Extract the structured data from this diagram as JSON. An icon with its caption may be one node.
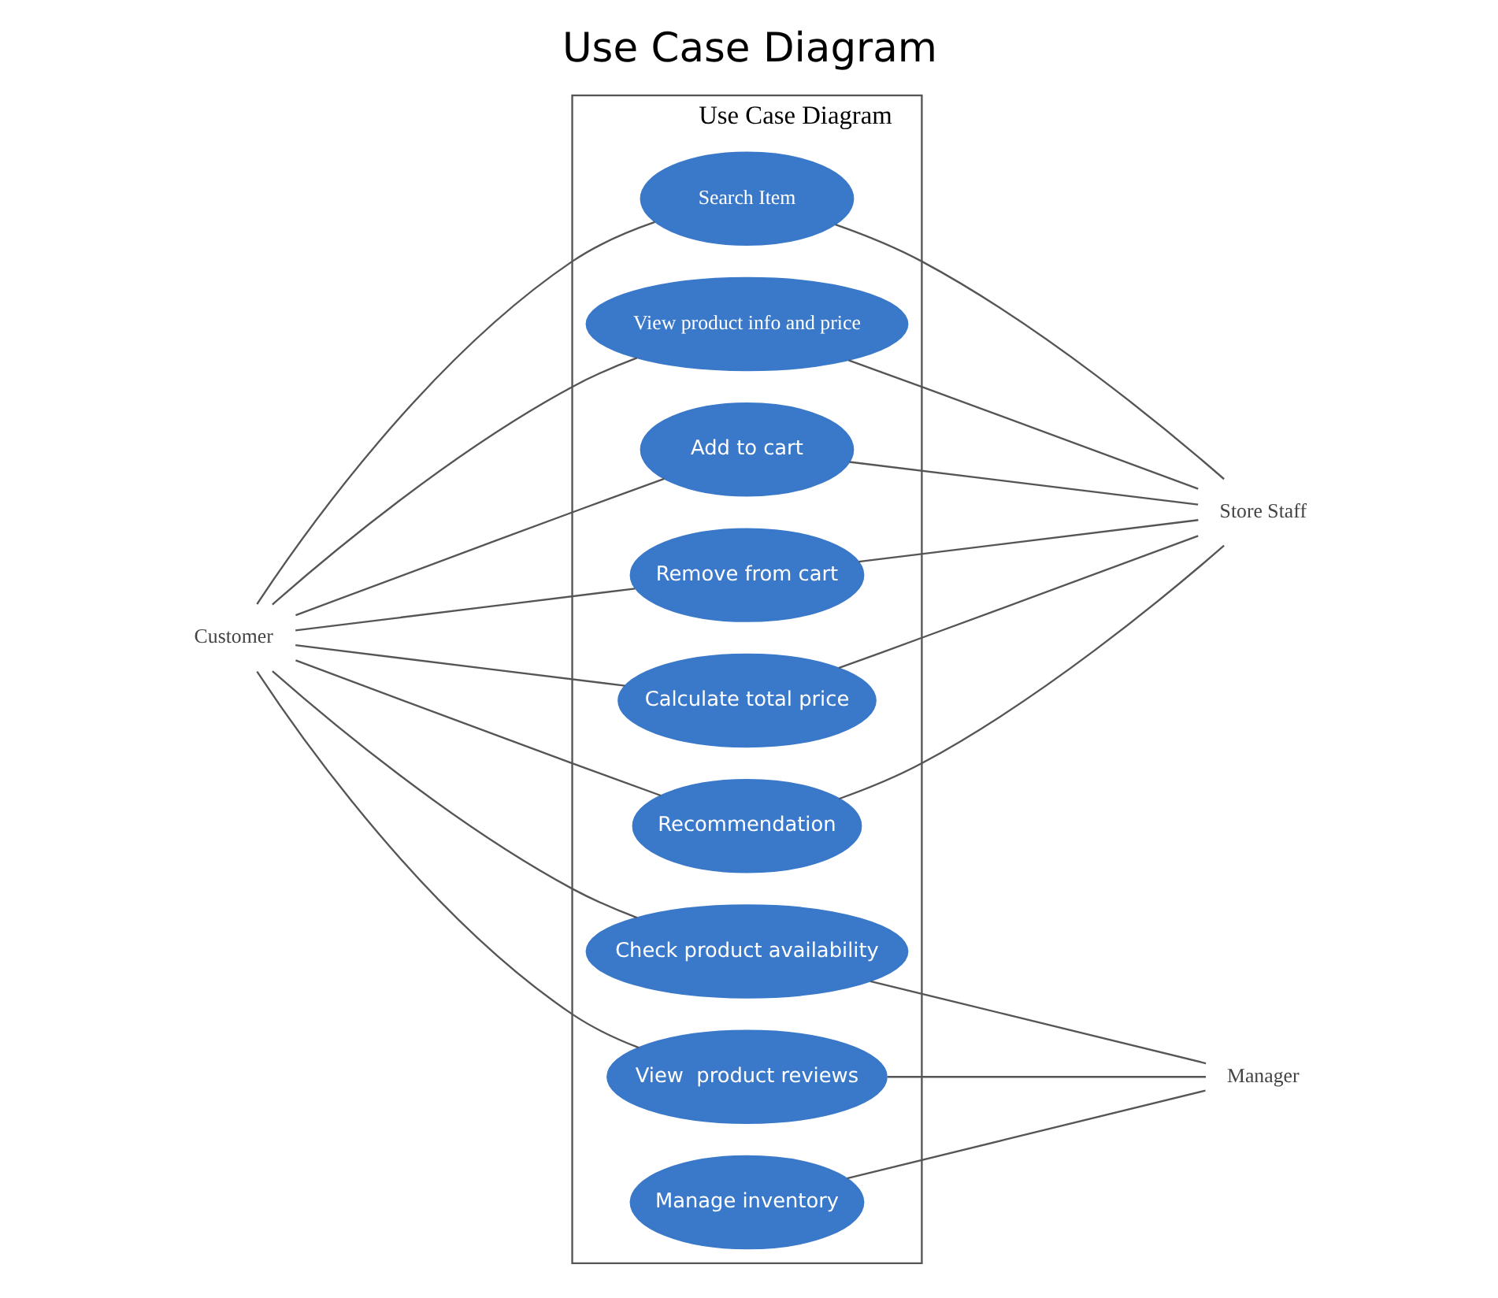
{
  "diagram": {
    "title": "Use Case Diagram",
    "nodes": [
      {
        "text": [
          "Customer"
        ]
      },
      {
        "text": [
          "Use Case Diagram"
        ]
      },
      {
        "text": [
          "Search Item"
        ],
        "in": 1
      },
      {
        "text": [
          "View product info and price"
        ],
        "in": 1
      },
      {
        "text": [
          "Add to cart"
        ],
        "in": 1
      },
      {
        "text": [
          "Remove from cart"
        ],
        "in": 1
      },
      {
        "text": [
          "Calculate total price"
        ],
        "in": 1
      },
      {
        "text": [
          "Recommendation"
        ],
        "in": 1
      },
      {
        "text": [
          "Check product availability"
        ],
        "in": 1
      },
      {
        "text": [
          "View  product reviews"
        ],
        "in": 1
      },
      {
        "text": [
          "Manage inventory"
        ],
        "in": 1
      },
      {
        "text": [
          "Store Staff"
        ]
      },
      {
        "text": [
          "Manager"
        ]
      }
    ],
    "edges": [
      {
        "from": 0,
        "to": 2,
        "arrow": "none"
      },
      {
        "from": 0,
        "to": 3,
        "arrow": "none"
      },
      {
        "from": 0,
        "to": 4,
        "arrow": "none"
      },
      {
        "from": 0,
        "to": 5,
        "arrow": "none"
      },
      {
        "from": 0,
        "to": 6,
        "arrow": "none"
      },
      {
        "from": 0,
        "to": 7,
        "arrow": "none"
      },
      {
        "from": 0,
        "to": 8,
        "arrow": "none"
      },
      {
        "from": 0,
        "to": 9,
        "arrow": "none"
      },
      {
        "from": 2,
        "to": 11,
        "arrow": "none"
      },
      {
        "from": 3,
        "to": 11,
        "arrow": "none"
      },
      {
        "from": 4,
        "to": 11,
        "arrow": "none"
      },
      {
        "from": 5,
        "to": 11,
        "arrow": "none"
      },
      {
        "from": 6,
        "to": 11,
        "arrow": "none"
      },
      {
        "from": 7,
        "to": 11,
        "arrow": "none"
      },
      {
        "from": 8,
        "to": 12,
        "arrow": "none"
      },
      {
        "from": 9,
        "to": 12,
        "arrow": "none"
      },
      {
        "from": 10,
        "to": 12,
        "arrow": "none"
      }
    ]
  }
}
